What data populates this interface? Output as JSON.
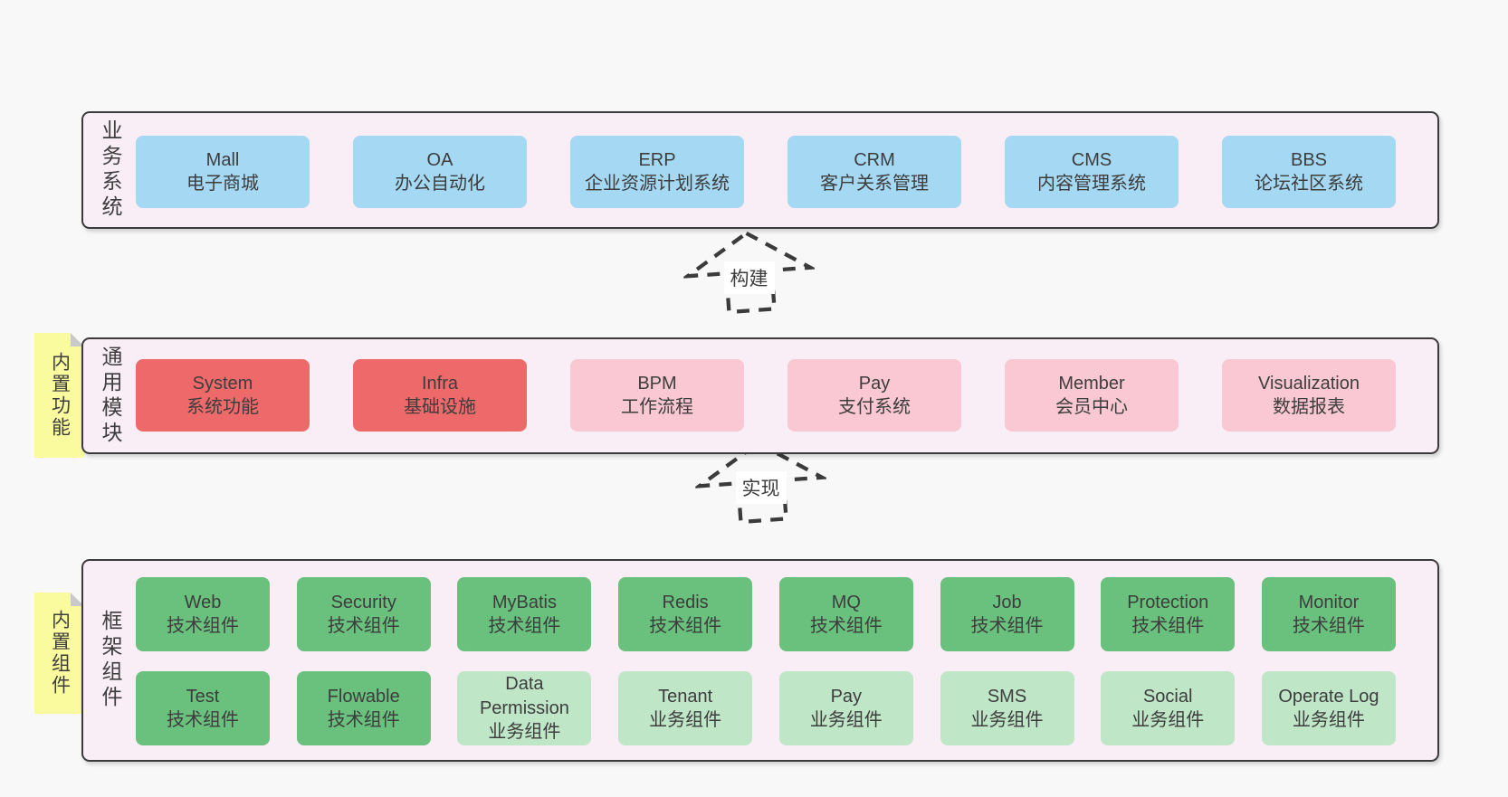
{
  "layers": {
    "business": {
      "label": "业务系统",
      "boxes": [
        {
          "title": "Mall",
          "subtitle": "电子商城",
          "variant": "blue"
        },
        {
          "title": "OA",
          "subtitle": "办公自动化",
          "variant": "blue"
        },
        {
          "title": "ERP",
          "subtitle": "企业资源计划系统",
          "variant": "blue"
        },
        {
          "title": "CRM",
          "subtitle": "客户关系管理",
          "variant": "blue"
        },
        {
          "title": "CMS",
          "subtitle": "内容管理系统",
          "variant": "blue"
        },
        {
          "title": "BBS",
          "subtitle": "论坛社区系统",
          "variant": "blue"
        }
      ]
    },
    "modules": {
      "label": "通用模块",
      "note": "内置功能",
      "boxes": [
        {
          "title": "System",
          "subtitle": "系统功能",
          "variant": "red"
        },
        {
          "title": "Infra",
          "subtitle": "基础设施",
          "variant": "red"
        },
        {
          "title": "BPM",
          "subtitle": "工作流程",
          "variant": "pink"
        },
        {
          "title": "Pay",
          "subtitle": "支付系统",
          "variant": "pink"
        },
        {
          "title": "Member",
          "subtitle": "会员中心",
          "variant": "pink"
        },
        {
          "title": "Visualization",
          "subtitle": "数据报表",
          "variant": "pink"
        }
      ]
    },
    "framework": {
      "label": "框架组件",
      "note": "内置组件",
      "row1": [
        {
          "title": "Web",
          "subtitle": "技术组件",
          "variant": "green"
        },
        {
          "title": "Security",
          "subtitle": "技术组件",
          "variant": "green"
        },
        {
          "title": "MyBatis",
          "subtitle": "技术组件",
          "variant": "green"
        },
        {
          "title": "Redis",
          "subtitle": "技术组件",
          "variant": "green"
        },
        {
          "title": "MQ",
          "subtitle": "技术组件",
          "variant": "green"
        },
        {
          "title": "Job",
          "subtitle": "技术组件",
          "variant": "green"
        },
        {
          "title": "Protection",
          "subtitle": "技术组件",
          "variant": "green"
        },
        {
          "title": "Monitor",
          "subtitle": "技术组件",
          "variant": "green"
        }
      ],
      "row2": [
        {
          "title": "Test",
          "subtitle": "技术组件",
          "variant": "green"
        },
        {
          "title": "Flowable",
          "subtitle": "技术组件",
          "variant": "green"
        },
        {
          "title": "Data Permission",
          "subtitle": "业务组件",
          "variant": "lightgreen"
        },
        {
          "title": "Tenant",
          "subtitle": "业务组件",
          "variant": "lightgreen"
        },
        {
          "title": "Pay",
          "subtitle": "业务组件",
          "variant": "lightgreen"
        },
        {
          "title": "SMS",
          "subtitle": "业务组件",
          "variant": "lightgreen"
        },
        {
          "title": "Social",
          "subtitle": "业务组件",
          "variant": "lightgreen"
        },
        {
          "title": "Operate Log",
          "subtitle": "业务组件",
          "variant": "lightgreen"
        }
      ]
    }
  },
  "arrows": {
    "build": {
      "label": "构建"
    },
    "implement": {
      "label": "实现"
    }
  },
  "colors": {
    "page_bg": "#f8f8f8",
    "panel_bg": "#f9edf6",
    "panel_border": "#3b3b3b",
    "blue": "#a5d8f2",
    "red": "#ee6a6a",
    "pink": "#f9c8d2",
    "green": "#69c17d",
    "lightgreen": "#c0e6c8",
    "note_yellow": "#fafa9e",
    "note_fold": "#c9c9c9",
    "text": "#3d3d3d"
  }
}
